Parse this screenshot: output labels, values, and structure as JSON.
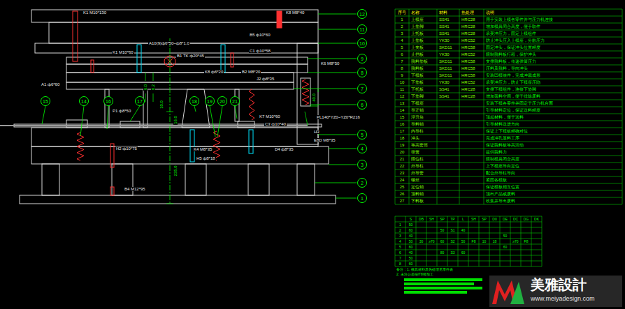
{
  "diagram": {
    "nodes": [
      {
        "text": [
          "12"
        ]
      },
      {
        "text": [
          "11"
        ]
      },
      {
        "text": [
          "10"
        ]
      },
      {
        "text": [
          "9"
        ]
      },
      {
        "text": [
          "8"
        ]
      },
      {
        "text": [
          "7"
        ]
      },
      {
        "text": [
          "15"
        ]
      },
      {
        "text": [
          "14"
        ]
      },
      {
        "text": [
          "16"
        ]
      },
      {
        "text": [
          "17"
        ]
      },
      {
        "text": [
          "18"
        ]
      },
      {
        "text": [
          "19"
        ]
      },
      {
        "text": [
          "20"
        ]
      },
      {
        "text": [
          "21"
        ]
      },
      {
        "text": [
          "6"
        ]
      },
      {
        "text": [
          "5"
        ]
      },
      {
        "text": [
          "4"
        ]
      },
      {
        "text": [
          "3"
        ]
      },
      {
        "text": [
          "2"
        ]
      },
      {
        "text": [
          "1"
        ]
      }
    ],
    "labels": [
      "K1 M10*130",
      "K8 M8*40",
      "B5 ф10*60",
      "K1 M10*60",
      "A10(9)ф6*50~ф8*1.0",
      "B1 TK ф20*45",
      "C1 ф10*58",
      "K6 M8*50",
      "K8 ф6*20",
      "B2 M8*20",
      "J2 ф8*35",
      "A1 ф6*60",
      "P1 ф8*50",
      "K7 M10*60",
      "C3 ф10*40",
      "PL140*YZ0~YZ0*R216",
      "H2 ф10*75",
      "K4 M8*35",
      "H5 ф8*18",
      "D4 ф8*35",
      "H3",
      "E8D M8*35",
      "B4 M12*95",
      "6.0",
      "0.2",
      "16.0",
      "235.0",
      "40.0",
      "10.0",
      "序号",
      "名称",
      "材料",
      "热处理",
      "说明",
      "1",
      "上模座",
      "SS41",
      "HRC28",
      "用于安装上模各零件并与压力机连接",
      "2",
      "上垫脚",
      "SS41",
      "HRC28",
      "增加模具闭合高度，便于取件",
      "3",
      "上托板",
      "SS41",
      "HRC28",
      "承受冲压力，固定上模组件",
      "4",
      "上垫板",
      "YK30",
      "HRC52",
      "防止冲头压入上模座，分散压力",
      "5",
      "上夹板",
      "SKD11",
      "HRC58",
      "固定冲头，保证冲头位置精度",
      "6",
      "止挡板",
      "YK30",
      "HRC52",
      "限制脱料板行程，保护冲头",
      "7",
      "脱料垫板",
      "SKD11",
      "HRC58",
      "支撑脱料板，传递弹簧压力",
      "8",
      "脱料板",
      "SKD11",
      "HRC58",
      "压料及脱料，导向冲头",
      "9",
      "下模板",
      "SKD11",
      "HRC58",
      "安装凹模镶件，完成冲裁成形",
      "10",
      "下垫板",
      "YK30",
      "HRC52",
      "承受冲压力，防止下模座压陷",
      "11",
      "下托板",
      "SS41",
      "HRC28",
      "支撑下模组件，连接下垫脚",
      "12",
      "下垫脚",
      "SS41",
      "HRC28",
      "增加落料空间，便于排除废料",
      "13",
      "下模座",
      "安装下模各零件并固定于压力机台面",
      "14",
      "导正销",
      "引导材料定位，保证送料精度",
      "15",
      "浮升块",
      "顶起材料，便于送料",
      "16",
      "导料销",
      "引导材料送进方向",
      "17",
      "内导柱",
      "保证上下模板精确对位",
      "18",
      "冲头",
      "完成冲孔落料工序",
      "19",
      "等高套筒",
      "保证脱料板等高活动",
      "20",
      "弹簧",
      "提供脱料力",
      "21",
      "限位柱",
      "限制模具闭合高度",
      "22",
      "外导柱",
      "上下模座导向定位",
      "23",
      "外导套",
      "配合外导柱导向",
      "24",
      "螺丝",
      "紧固各模板",
      "25",
      "定位销",
      "保证模板相互位置",
      "26",
      "顶料销",
      "顶出产品或废料",
      "27",
      "下料板",
      "收集并导出废料",
      "S",
      "DB",
      "SH",
      "SP",
      "TP",
      "L",
      "SH",
      "SP",
      "D0",
      "DE",
      "DC",
      "DG",
      "DK",
      "1",
      "2",
      "3",
      "4",
      "5",
      "6",
      "7",
      "8",
      "50",
      "60",
      "40",
      "50",
      "60",
      "40",
      "50",
      "60",
      "30",
      "≥70",
      "50",
      "60",
      "80",
      "S1",
      "S2",
      "S3",
      "40",
      "50",
      "60",
      "F8",
      "10",
      "18",
      "50",
      "60",
      "≥70",
      "F8",
      "备注：1. 模具材料及热处理见零件表",
      "2. 未注公差按IT8级加工",
      "美雅設計",
      "www.meiyadesign.com"
    ]
  }
}
